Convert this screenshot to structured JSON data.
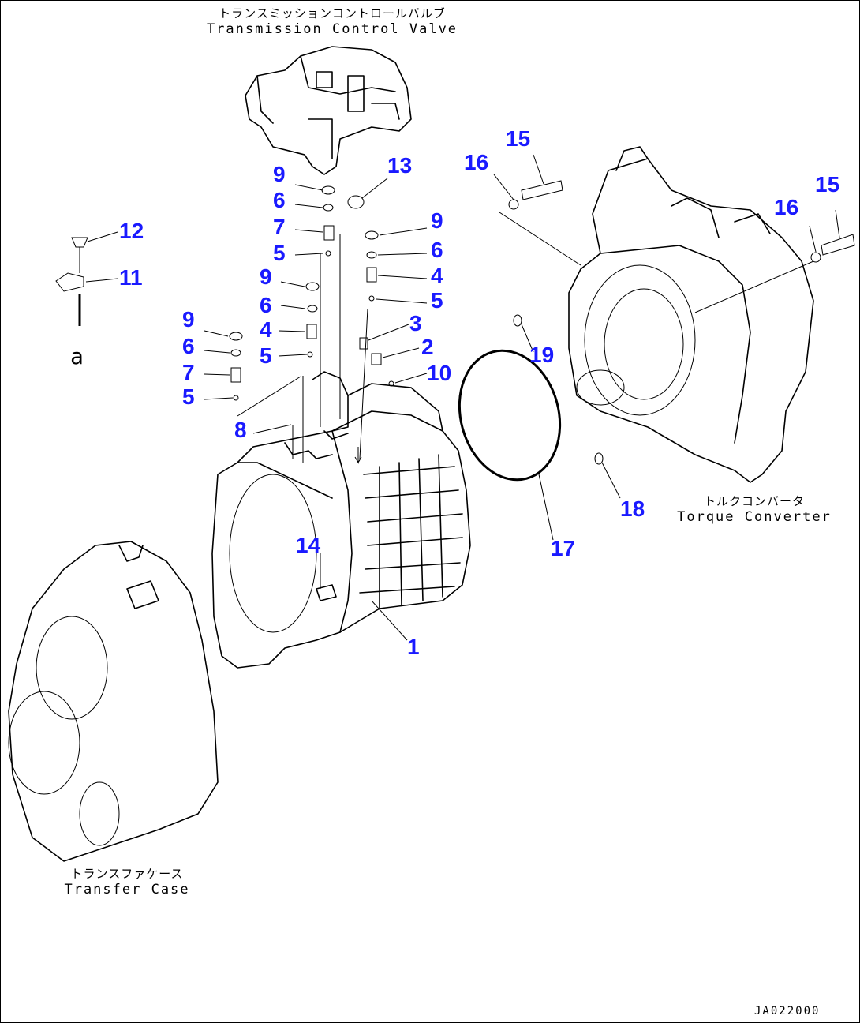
{
  "captions": {
    "control_valve": {
      "jp": "トランスミッションコントロールバルブ",
      "en": "Transmission Control Valve"
    },
    "torque_converter": {
      "jp": "トルクコンバータ",
      "en": "Torque Converter"
    },
    "transfer_case": {
      "jp": "トランスファケース",
      "en": "Transfer Case"
    },
    "reference_mark": "a",
    "drawing_code": "JA022000"
  },
  "callouts": {
    "c1": "1",
    "c2": "2",
    "c3": "3",
    "c4a": "4",
    "c4b": "4",
    "c5a": "5",
    "c5b": "5",
    "c5c": "5",
    "c5d": "5",
    "c6a": "6",
    "c6b": "6",
    "c6c": "6",
    "c6d": "6",
    "c7a": "7",
    "c7b": "7",
    "c8": "8",
    "c9a": "9",
    "c9b": "9",
    "c9c": "9",
    "c9d": "9",
    "c10": "10",
    "c11": "11",
    "c12": "12",
    "c13": "13",
    "c14": "14",
    "c15a": "15",
    "c15b": "15",
    "c16a": "16",
    "c16b": "16",
    "c17": "17",
    "c18": "18",
    "c19": "19"
  },
  "colors": {
    "callout": "#1a1aff",
    "linework": "#000000",
    "background": "#ffffff"
  }
}
